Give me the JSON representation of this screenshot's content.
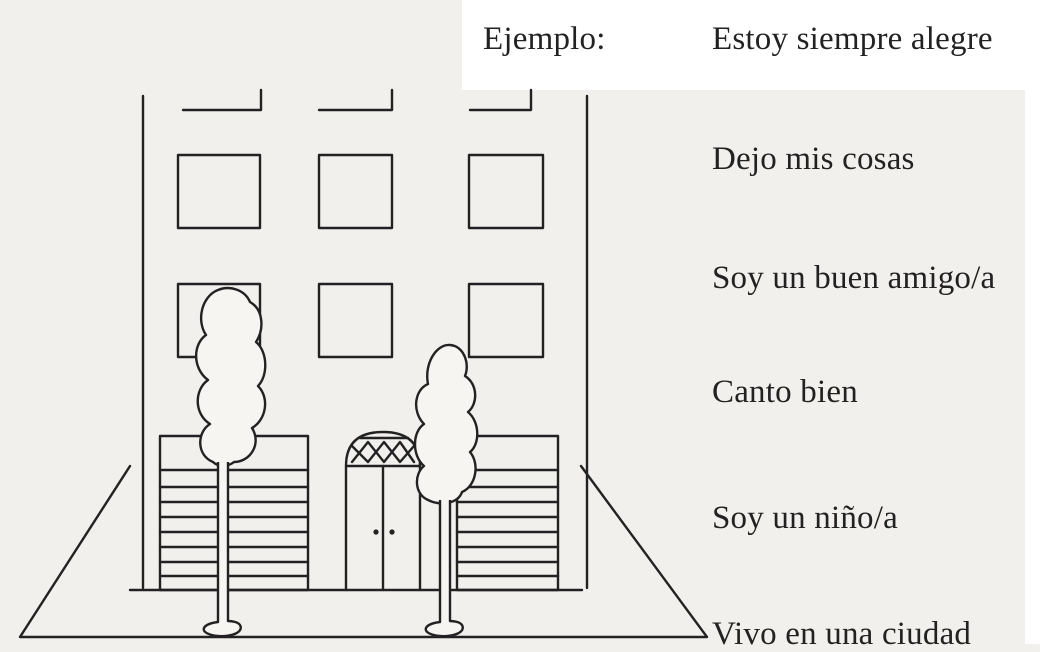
{
  "example": {
    "label": "Ejemplo:",
    "text": "Estoy siempre alegre"
  },
  "items": [
    "Dejo mis cosas",
    "Soy un buen amigo/a",
    "Canto bien",
    "Soy un niño/a",
    "Vivo en una ciudad"
  ],
  "colors": {
    "ink": "#222222",
    "paper": "#f1f0ec"
  }
}
